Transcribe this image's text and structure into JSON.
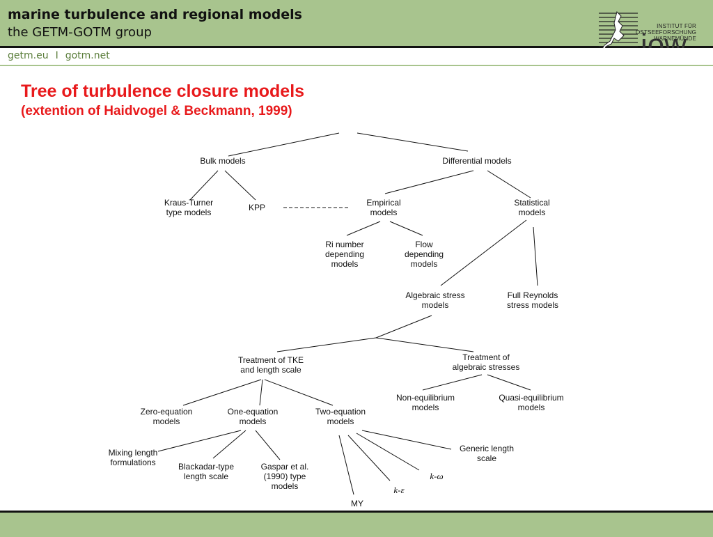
{
  "header": {
    "title": "marine turbulence and regional models",
    "subtitle": "the GETM-GOTM group",
    "links": [
      "getm.eu",
      "gotm.net"
    ],
    "link_separator": "I",
    "logo": {
      "text_lines": [
        "INSTITUT FÜR",
        "OSTSEEFORSCHUNG",
        "WARNEMÜNDE"
      ],
      "wordmark": "iow",
      "icon": "baltic-sea-map-logo-icon"
    }
  },
  "slide": {
    "title": "Tree of turbulence closure models",
    "subtitle": "(extention of Haidvogel & Beckmann, 1999)"
  },
  "tree": {
    "bulk": "Bulk models",
    "differential": "Differential models",
    "kraus_turner": "Kraus-Turner\ntype models",
    "kpp": "KPP",
    "empirical": "Empirical\nmodels",
    "statistical": "Statistical\nmodels",
    "ri_number": "Ri number\ndepending\nmodels",
    "flow": "Flow\ndepending\nmodels",
    "algebraic_stress": "Algebraic stress\nmodels",
    "full_reynolds": "Full Reynolds\nstress models",
    "tke": "Treatment of TKE\nand length scale",
    "algebraic_stresses": "Treatment of\nalgebraic stresses",
    "non_equilibrium": "Non-equilibrium\nmodels",
    "quasi_equilibrium": "Quasi-equilibrium\nmodels",
    "zero_eq": "Zero-equation\nmodels",
    "one_eq": "One-equation\nmodels",
    "two_eq": "Two-equation\nmodels",
    "mixing_length": "Mixing length\nformulations",
    "blackadar": "Blackadar-type\nlength scale",
    "gaspar": "Gaspar et al.\n(1990) type\nmodels",
    "generic_length": "Generic length\nscale",
    "k_omega": "k-ω",
    "k_epsilon": "k-ε",
    "my": "MY"
  },
  "colors": {
    "band": "#a8c48e",
    "title": "#e8191b",
    "links": "#5a7d3a"
  }
}
